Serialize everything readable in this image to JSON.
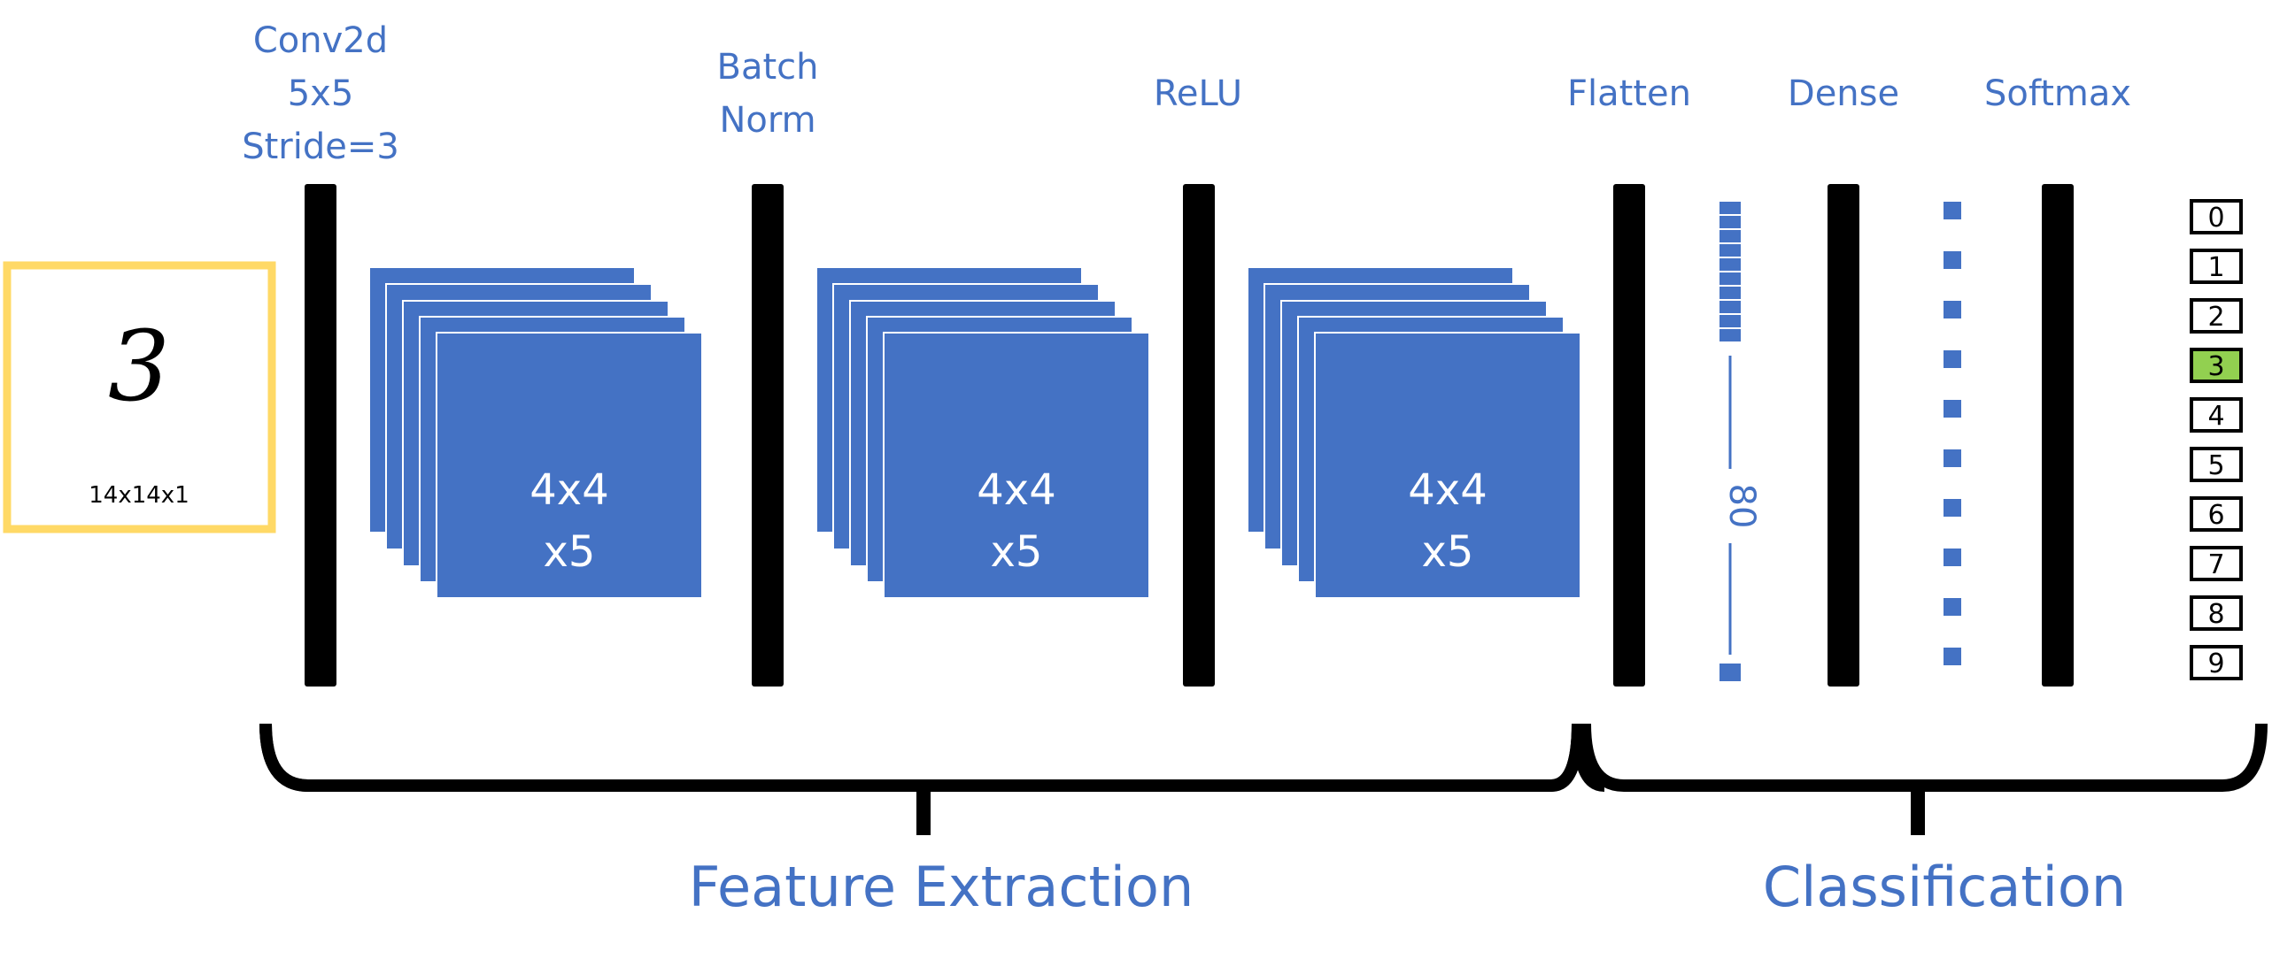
{
  "labels": {
    "conv": [
      "Conv2d",
      "5x5",
      "Stride=3"
    ],
    "batchnorm": [
      "Batch",
      "Norm"
    ],
    "relu": [
      "ReLU"
    ],
    "flatten": [
      "Flatten"
    ],
    "dense": [
      "Dense"
    ],
    "softmax": [
      "Softmax"
    ]
  },
  "input": {
    "digit": "3",
    "shape": "14x14x1",
    "border_color": "#FFD966"
  },
  "feature_maps": [
    {
      "dims": "4x4",
      "count": "x5"
    },
    {
      "dims": "4x4",
      "count": "x5"
    },
    {
      "dims": "4x4",
      "count": "x5"
    }
  ],
  "flatten_size": "80",
  "outputs": [
    "0",
    "1",
    "2",
    "3",
    "4",
    "5",
    "6",
    "7",
    "8",
    "9"
  ],
  "predicted_index": 3,
  "groups": {
    "feature_extraction": "Feature Extraction",
    "classification": "Classification"
  },
  "colors": {
    "accent": "#4472C4",
    "prediction": "#92D050",
    "layer_bar": "#000000",
    "input_border": "#FFD966"
  }
}
